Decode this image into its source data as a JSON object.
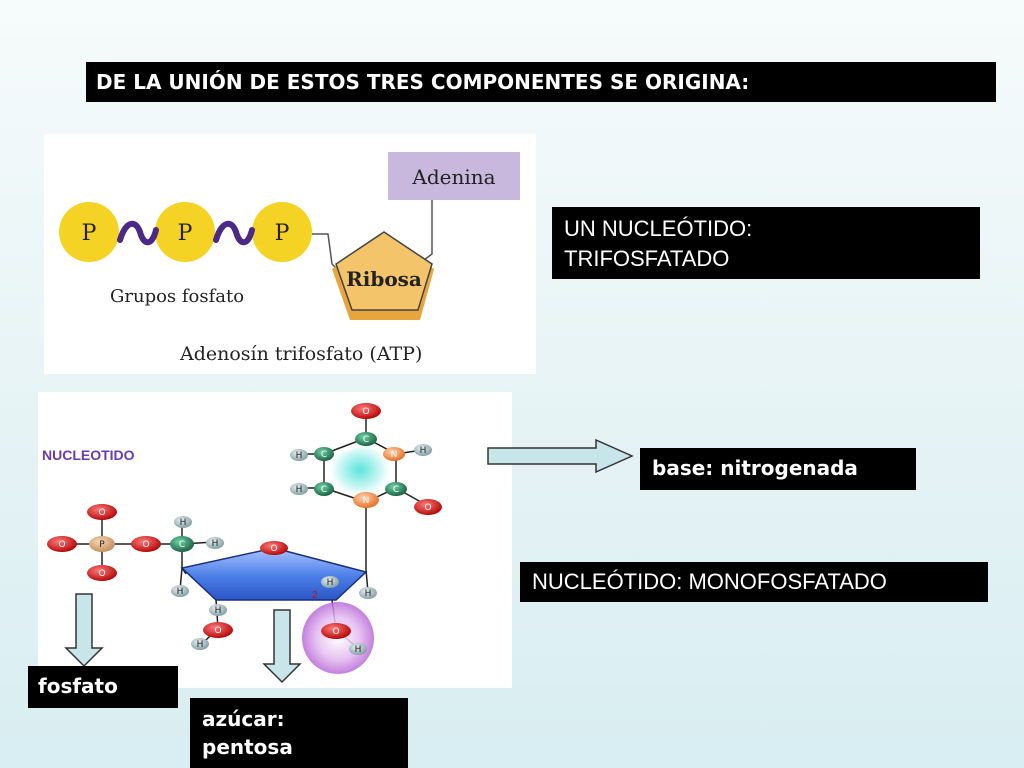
{
  "title": "DE LA UNIÓN DE ESTOS TRES COMPONENTES SE ORIGINA:",
  "atp": {
    "adenine": "Adenina",
    "phosphate_letter": "P",
    "ribose": "Ribosa",
    "phosphate_groups": "Grupos fosfato",
    "caption": "Adenosín trifosfato (ATP)"
  },
  "trifosfatado": {
    "line1": "UN NUCLEÓTIDO:",
    "line2": "TRIFOSFATADO"
  },
  "nucleotide": {
    "label": "NUCLEOTIDO",
    "atoms": {
      "O": "O",
      "C": "C",
      "N": "N",
      "H": "H",
      "P": "P",
      "num2": "2"
    }
  },
  "base_label": "base: nitrogenada",
  "monofosfatado": "NUCLEÓTIDO: MONOFOSFATADO",
  "fosfato_label": "fosfato",
  "azucar": {
    "line1": "azúcar:",
    "line2": "pentosa"
  },
  "colors": {
    "phosphate_yellow": "#f5d324",
    "squiggle_purple": "#4b2a86",
    "adenine_box": "#c9b8dd",
    "ribose_fill": "#f3c46a",
    "pentagon_blue": "#3f6fe0",
    "oxygen_red": "#d01818",
    "carbon_green": "#1f7a55",
    "nitrogen_orange": "#f08a3c",
    "arrow_fill": "#c8e6ea"
  }
}
